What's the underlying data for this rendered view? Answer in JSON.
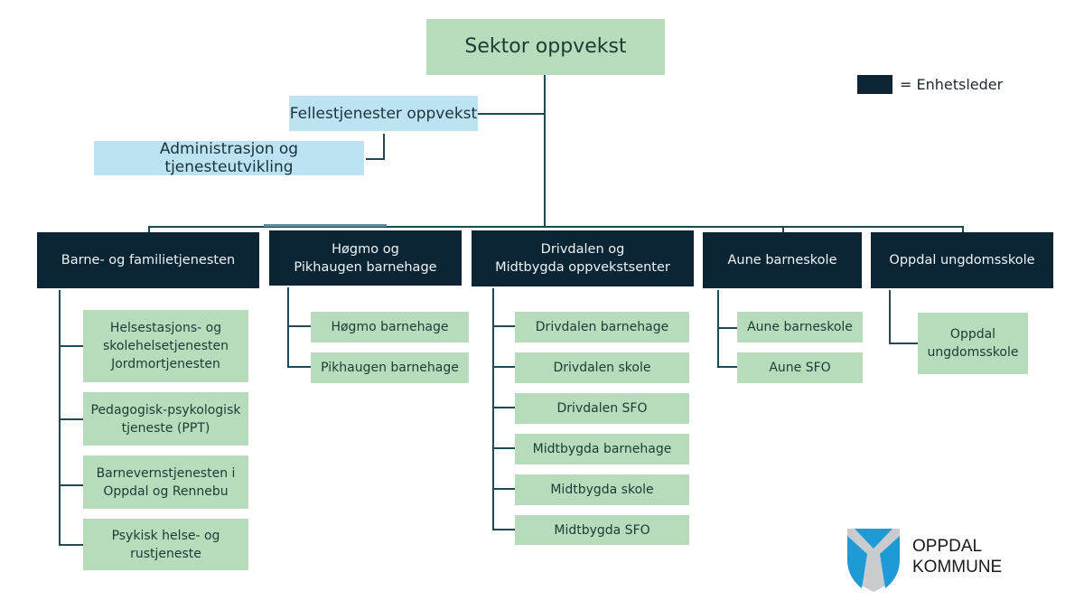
{
  "root": {
    "label": "Sektor oppvekst"
  },
  "legend": {
    "label": "= Enhetsleder",
    "color": "#0b2535"
  },
  "staff": [
    {
      "label": "Fellestjenester oppvekst"
    },
    {
      "label": "Administrasjon og tjenesteutvikling"
    }
  ],
  "units": [
    {
      "label": "Barne- og familietjenesten",
      "children": [
        "Helsestasjons- og\nskolehelsetjenesten\nJordmortjenesten",
        "Pedagogisk-psykologisk\ntjeneste (PPT)",
        "Barnevernstjenesten i\nOppdal og Rennebu",
        "Psykisk helse- og\nrustjeneste"
      ]
    },
    {
      "label": "Høgmo og\nPikhaugen barnehage",
      "children": [
        "Høgmo barnehage",
        "Pikhaugen barnehage"
      ]
    },
    {
      "label": "Drivdalen og\nMidtbygda oppvekstsenter",
      "children": [
        "Drivdalen barnehage",
        "Drivdalen skole",
        "Drivdalen SFO",
        "Midtbygda barnehage",
        "Midtbygda skole",
        "Midtbygda SFO"
      ]
    },
    {
      "label": "Aune barneskole",
      "children": [
        "Aune barneskole",
        "Aune SFO"
      ]
    },
    {
      "label": "Oppdal ungdomsskole",
      "children": [
        "Oppdal\nungdomsskole"
      ]
    }
  ],
  "logo": {
    "text": "OPPDAL\nKOMMUNE",
    "shield_blue": "#1e9ad6",
    "shield_grey": "#c9cccf"
  },
  "colors": {
    "unit_leader": "#0b2535",
    "sub_unit": "#b7dcbc",
    "staff": "#bde3f3",
    "connector": "#1f4a55"
  }
}
